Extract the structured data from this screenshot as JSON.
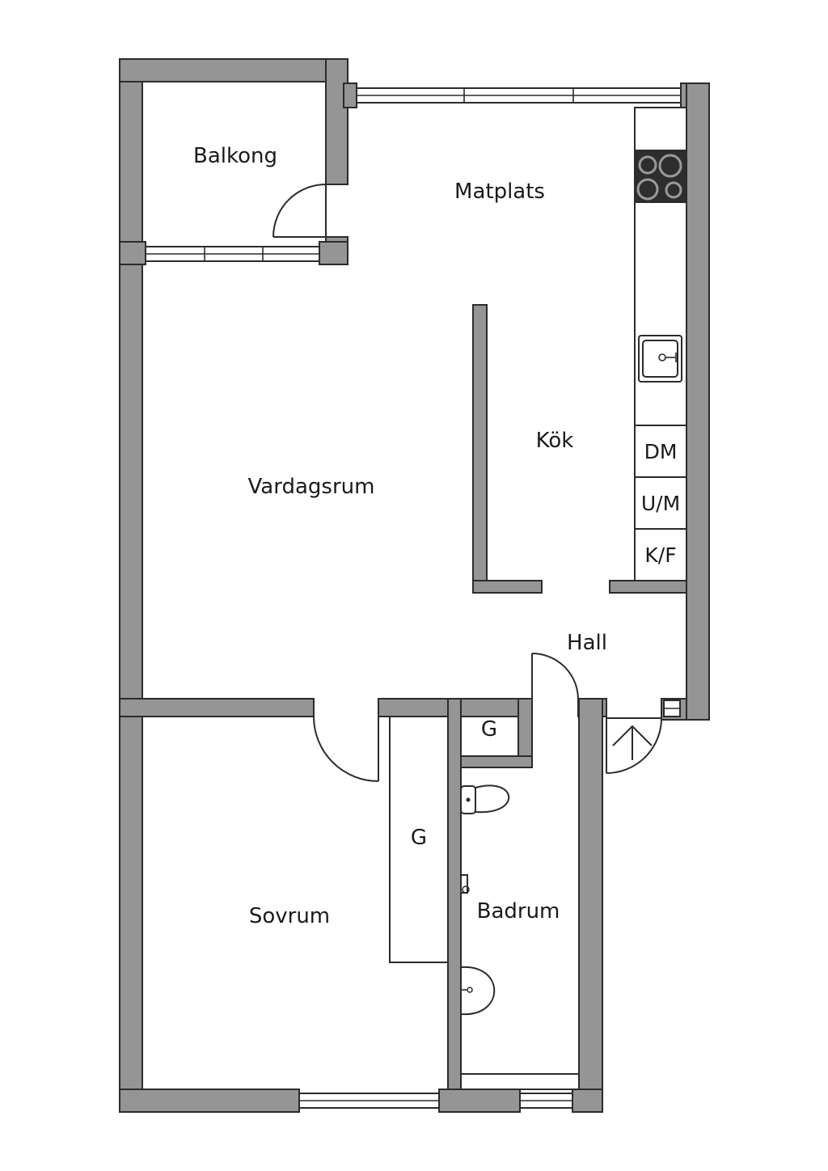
{
  "rooms": {
    "balkong": "Balkong",
    "matplats": "Matplats",
    "kok": "Kök",
    "vardagsrum": "Vardagsrum",
    "hall": "Hall",
    "sovrum": "Sovrum",
    "badrum": "Badrum",
    "garderob_small": "G",
    "garderob_tall": "G"
  },
  "appliances": {
    "dishwasher": "DM",
    "oven_microwave": "U/M",
    "fridge_freezer": "K/F"
  },
  "colors": {
    "wall": "#959595",
    "line": "#2b2b2b",
    "background": "#ffffff"
  },
  "icons": [
    "entrance-arrow-icon",
    "stove-icon",
    "sink-icon",
    "toilet-icon",
    "washbasin-icon",
    "faucet-icon"
  ]
}
